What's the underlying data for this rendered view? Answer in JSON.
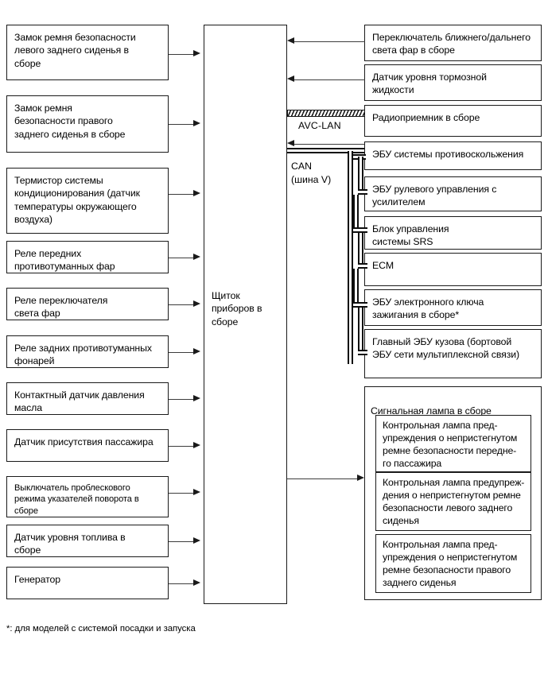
{
  "diagram": {
    "title": "Instrument cluster system block diagram",
    "footnote": "*: для моделей с системой посадки и запуска",
    "center_block": {
      "label": "Щиток\nприборов в\nсборе"
    },
    "bus_labels": {
      "avc_lan": "AVC-LAN",
      "can": "CAN\n(шина V)"
    },
    "inputs_left": [
      {
        "label": "Замок ремня безопасности\nлевого заднего сиденья в\nсборе"
      },
      {
        "label": "Замок ремня\nбезопасности правого\nзаднего сиденья в сборе"
      },
      {
        "label": "Термистор системы\nкондиционирования (датчик\nтемпературы окружающего\nвоздуха)"
      },
      {
        "label": "Реле передних\nпротивотуманных фар"
      },
      {
        "label": "Реле переключателя\nсвета фар"
      },
      {
        "label": "Реле задних противотуманных\nфонарей"
      },
      {
        "label": "Контактный датчик давления\nмасла"
      },
      {
        "label": "Датчик присутствия пассажира"
      },
      {
        "label": "Выключатель проблескового\nрежима указателей поворота в\nсборе"
      },
      {
        "label": "Датчик уровня топлива в\nсборе"
      },
      {
        "label": "Генератор"
      }
    ],
    "inputs_right": [
      {
        "label": "Переключатель ближнего/дальнего\nсвета фар в сборе"
      },
      {
        "label": "Датчик уровня тормозной\nжидкости"
      }
    ],
    "avc_lan_nodes": [
      {
        "label": "Радиоприемник в сборе"
      }
    ],
    "can_nodes": [
      {
        "label": "ЭБУ системы противоскольжения"
      },
      {
        "label": "ЭБУ рулевого управления с\nусилителем"
      },
      {
        "label": "Блок управления\nсистемы SRS"
      },
      {
        "label": "ECM"
      },
      {
        "label": "ЭБУ электронного ключа\nзажигания в сборе*"
      },
      {
        "label": "Главный ЭБУ кузова (бортовой\nЭБУ сети мультиплексной связи)"
      }
    ],
    "output_group": {
      "label": "Сигнальная лампа в сборе",
      "items": [
        {
          "label": "Контрольная лампа пред-\nупреждения о непристегнутом\nремне безопасности передне-\nго пассажира"
        },
        {
          "label": "Контрольная лампа предупреж-\nдения о непристегнутом ремне\nбезопасности левого заднего\nсиденья"
        },
        {
          "label": "Контрольная лампа пред-\nупреждения о непристегнутом\nремне безопасности правого\nзаднего сиденья"
        }
      ]
    }
  }
}
